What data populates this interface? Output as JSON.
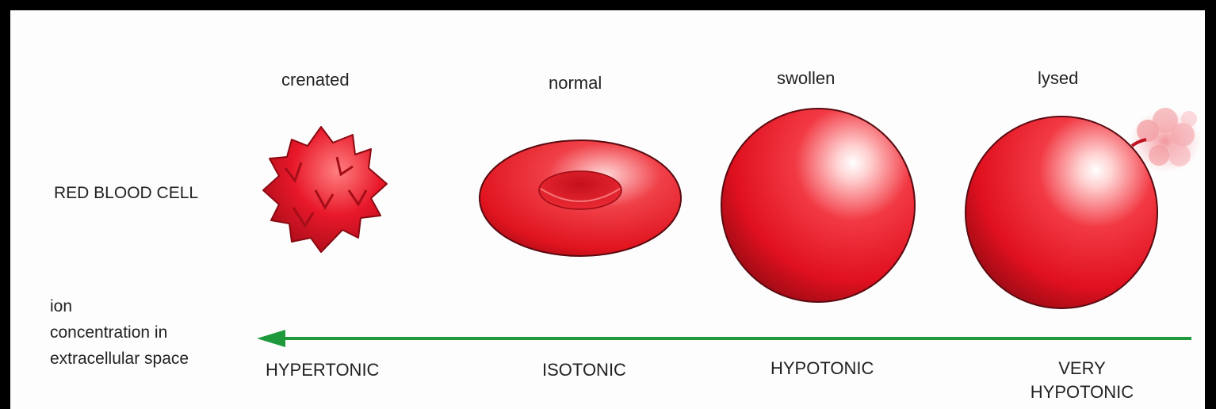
{
  "row_label": "RED BLOOD CELL",
  "axis_label_lines": [
    "ion",
    "concentration in",
    "extracellular space"
  ],
  "cells": [
    {
      "state": "crenated",
      "tonicity": "HYPERTONIC"
    },
    {
      "state": "normal",
      "tonicity": "ISOTONIC"
    },
    {
      "state": "swollen",
      "tonicity": "HYPOTONIC"
    },
    {
      "state": "lysed",
      "tonicity_lines": [
        "VERY",
        "HYPOTONIC"
      ]
    }
  ],
  "colors": {
    "cell_red": "#e8182a",
    "cell_dark": "#8a0a12",
    "highlight": "#ffe8e8",
    "arrow": "#1e9a3c",
    "frame": "#000000"
  },
  "arrow_direction": "left"
}
